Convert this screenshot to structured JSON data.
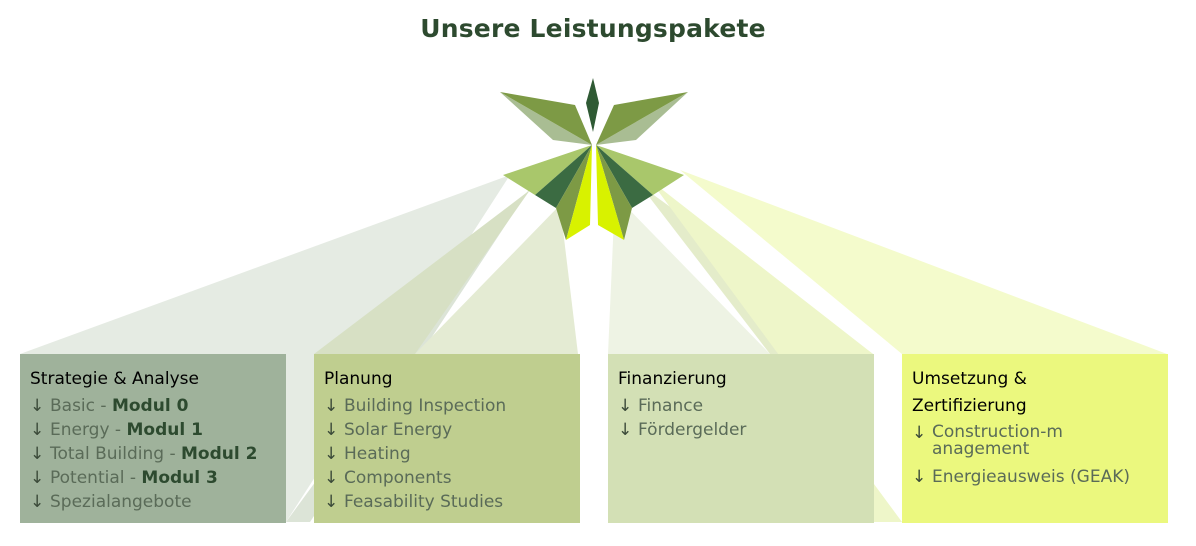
{
  "title": "Unsere Leistungspakete",
  "colors": {
    "dark_green": "#3b6b42",
    "olive": "#7d9a45",
    "sage": "#a9bd93",
    "lime": "#a9c76b",
    "yellow_green": "#d8f200",
    "box1": "#9fb29b",
    "box2": "#bfce8f",
    "box3": "#d3e0b5",
    "box4": "#ebf87e"
  },
  "packages": [
    {
      "title": "Strategie & Analyse",
      "items": [
        {
          "arrow": "↓",
          "text": "Basic - ",
          "bold": "Modul 0"
        },
        {
          "arrow": "↓",
          "text": "Energy - ",
          "bold": "Modul 1"
        },
        {
          "arrow": "↓",
          "text": "Total Building - ",
          "bold": "Modul 2"
        },
        {
          "arrow": "↓",
          "text": "Potential - ",
          "bold": "Modul 3"
        },
        {
          "arrow": "↓",
          "text": "Spezialangebote",
          "bold": ""
        }
      ]
    },
    {
      "title": "Planung",
      "items": [
        {
          "arrow": "↓",
          "text": "Building Inspection",
          "bold": ""
        },
        {
          "arrow": "↓",
          "text": "Solar Energy",
          "bold": ""
        },
        {
          "arrow": "↓",
          "text": "Heating",
          "bold": ""
        },
        {
          "arrow": "↓",
          "text": "Components",
          "bold": ""
        },
        {
          "arrow": "↓",
          "text": "Feasability Studies",
          "bold": ""
        }
      ]
    },
    {
      "title": "Finanzierung",
      "items": [
        {
          "arrow": "↓",
          "text": "Finance",
          "bold": ""
        },
        {
          "arrow": "↓",
          "text": "Fördergelder",
          "bold": ""
        }
      ]
    },
    {
      "title": "Umsetzung & Zertifizierung",
      "items": [
        {
          "arrow": "↓",
          "text": "Construction-management",
          "bold": ""
        },
        {
          "arrow": "↓",
          "text": "Energieausweis (GEAK)",
          "bold": ""
        }
      ]
    }
  ]
}
